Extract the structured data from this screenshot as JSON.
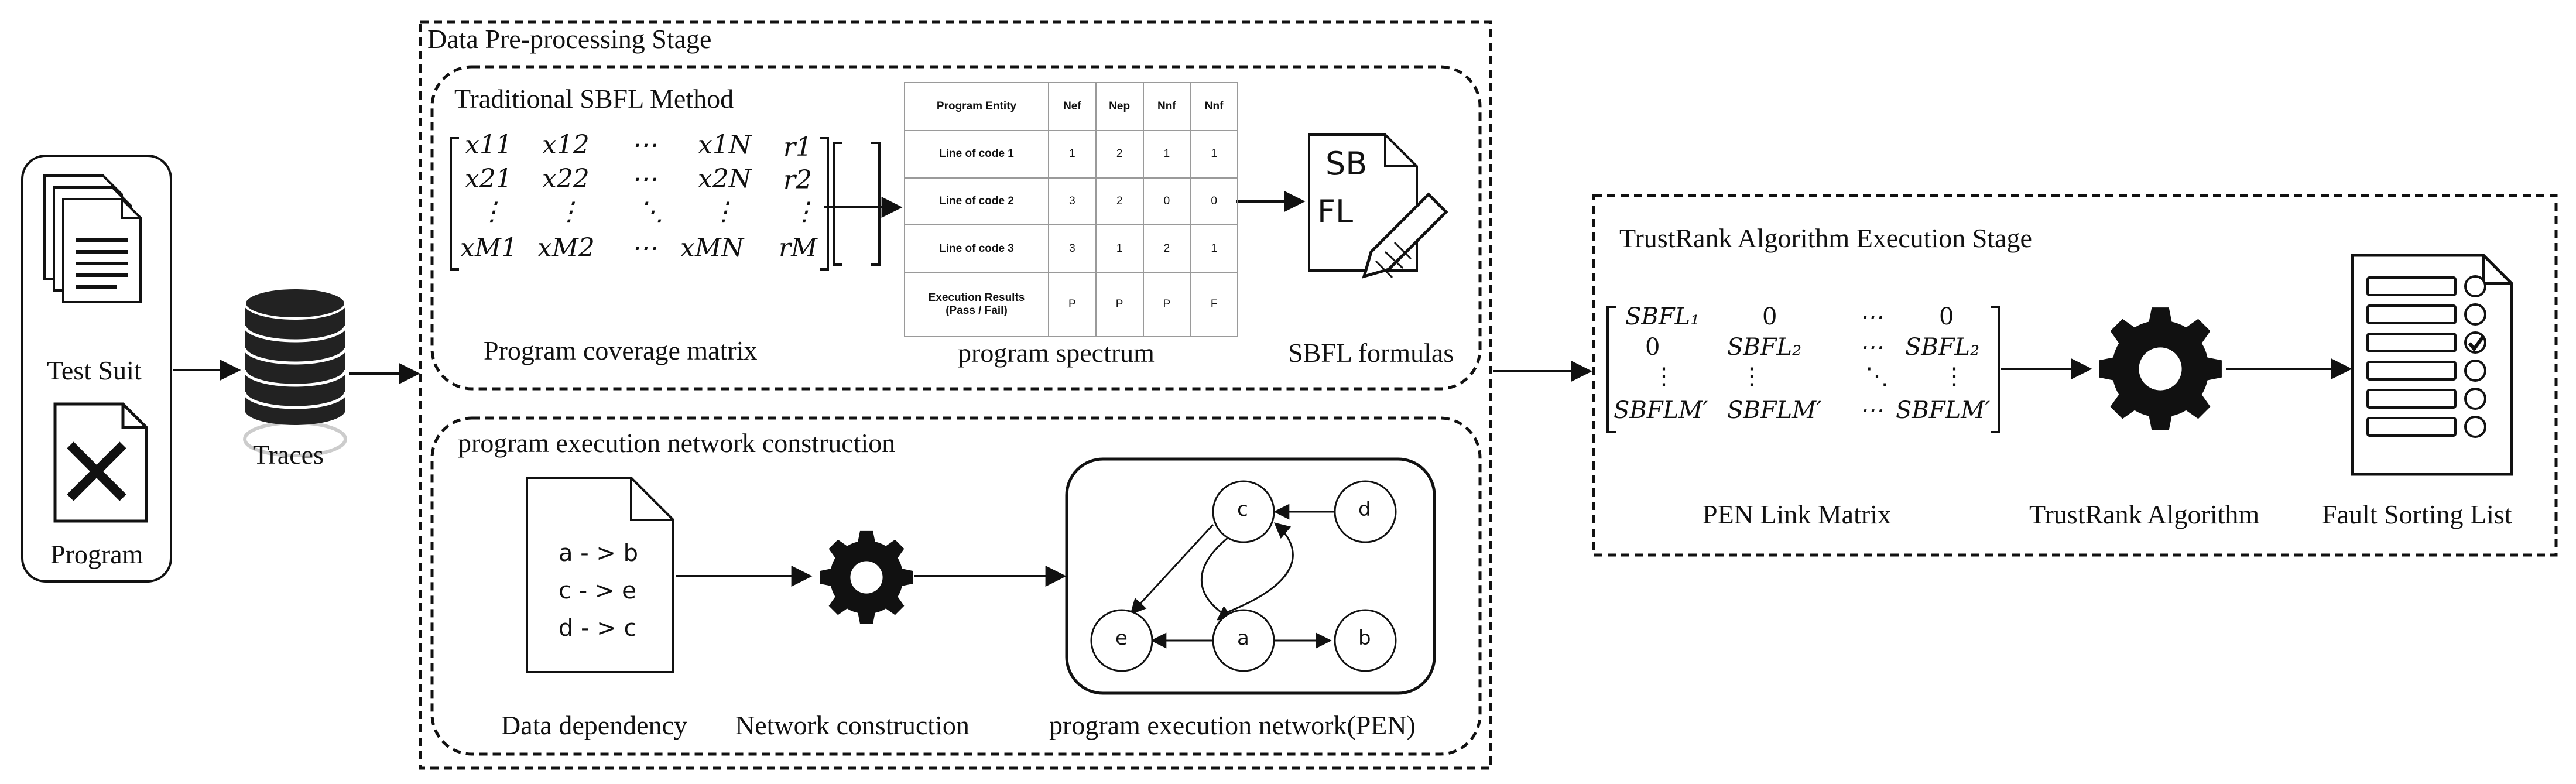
{
  "sections": {
    "preprocessing": "Data Pre-processing Stage",
    "sbfl": "Traditional SBFL Method",
    "pen_construction": "program execution network construction",
    "trustrank": "TrustRank Algorithm Execution Stage"
  },
  "inputs": {
    "test_suit": "Test Suit",
    "program": "Program",
    "traces": "Traces"
  },
  "sbfl_method": {
    "coverage_matrix": {
      "caption": "Program coverage matrix",
      "rows": [
        [
          "x11",
          "x12",
          "⋯",
          "x1N"
        ],
        [
          "x21",
          "x22",
          "⋯",
          "x2N"
        ],
        [
          "⋮",
          "⋮",
          "⋱",
          "⋮"
        ],
        [
          "xM1",
          "xM2",
          "⋯",
          "xMN"
        ]
      ],
      "result_vector": [
        "r1",
        "r2",
        "⋮",
        "rM"
      ]
    },
    "spectrum": {
      "caption": "program spectrum",
      "headers": [
        "Program Entity",
        "Nef",
        "Nep",
        "Nnf",
        "Nnf"
      ],
      "rows": [
        [
          "Line of code 1",
          "1",
          "2",
          "1",
          "1"
        ],
        [
          "Line of code 2",
          "3",
          "2",
          "0",
          "0"
        ],
        [
          "Line of code 3",
          "3",
          "1",
          "2",
          "1"
        ],
        [
          "Execution Results (Pass / Fail)",
          "P",
          "P",
          "P",
          "F"
        ]
      ]
    },
    "formulas": {
      "caption": "SBFL formulas",
      "icon_text_1": "SB",
      "icon_text_2": "FL"
    }
  },
  "pen": {
    "dependency": {
      "caption": "Data dependency",
      "lines": [
        "a - > b",
        "c - > e",
        "d - > c"
      ]
    },
    "construction_caption": "Network construction",
    "network_caption": "program execution network(PEN)",
    "nodes": [
      "c",
      "d",
      "e",
      "a",
      "b"
    ]
  },
  "trustrank_stage": {
    "matrix_caption": "PEN Link Matrix",
    "matrix_rows": [
      [
        "SBFL₁",
        "0",
        "⋯",
        "0"
      ],
      [
        "0",
        "SBFL₂",
        "⋯",
        "SBFL₂"
      ],
      [
        "⋮",
        "⋮",
        "⋱",
        "⋮"
      ],
      [
        "SBFLM′",
        "SBFLM′",
        "⋯",
        "SBFLM′"
      ]
    ],
    "algorithm_caption": "TrustRank Algorithm",
    "list_caption": "Fault Sorting List"
  }
}
